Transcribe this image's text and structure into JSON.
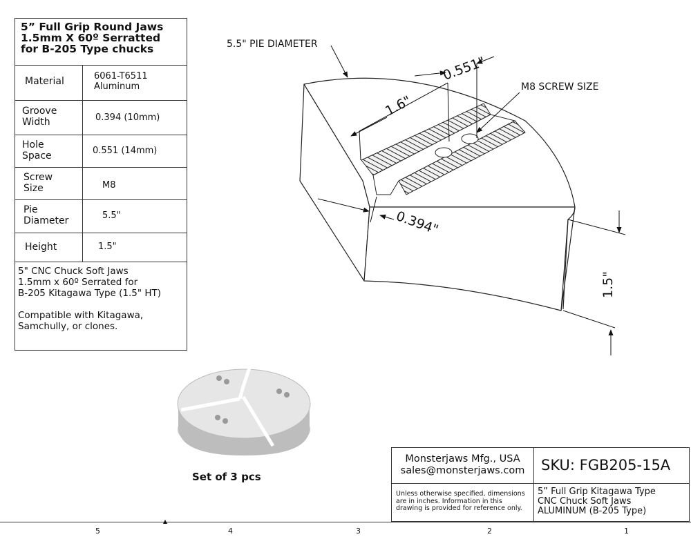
{
  "spec": {
    "title": [
      "5” Full Grip Round Jaws",
      "1.5mm X 60º Serratted",
      "for B-205 Type chucks"
    ],
    "rows": [
      {
        "label": [
          "Material"
        ],
        "value": [
          "6061-T6511",
          "Aluminum"
        ]
      },
      {
        "label": [
          "Groove",
          "Width"
        ],
        "value": [
          "0.394 (10mm)"
        ]
      },
      {
        "label": [
          "Hole",
          "Space"
        ],
        "value": [
          "0.551 (14mm)"
        ]
      },
      {
        "label": [
          "Screw",
          "Size"
        ],
        "value": [
          "M8"
        ]
      },
      {
        "label": [
          "Pie",
          "Diameter"
        ],
        "value": [
          "5.5\""
        ]
      },
      {
        "label": [
          "Height"
        ],
        "value": [
          "1.5\""
        ]
      }
    ],
    "description": [
      "5\" CNC Chuck Soft Jaws",
      "1.5mm x 60º Serrated for",
      "B-205 Kitagawa Type (1.5\" HT)",
      "",
      "Compatible with Kitagawa,",
      "Samchully, or clones."
    ]
  },
  "dimensions": {
    "pie_diameter": "5.5\" PIE DIAMETER",
    "length": "1.6\"",
    "hole_space": "0.551\"",
    "screw_size": "M8 SCREW SIZE",
    "groove_width": "0.394\"",
    "height": "1.5\""
  },
  "set_caption": "Set of 3 pcs",
  "title_block": {
    "company": [
      "Monsterjaws Mfg., USA",
      "sales@monsterjaws.com"
    ],
    "sku": "SKU:  FGB205-15A",
    "note": [
      "Unless otherwise specified, dimensions",
      "are in inches.  Information in this",
      "drawing is provided for reference only."
    ],
    "part": [
      "5” Full Grip Kitagawa Type",
      "CNC Chuck Soft Jaws",
      "ALUMINUM (B-205 Type)"
    ]
  },
  "zones": [
    "5",
    "4",
    "3",
    "2",
    "1"
  ]
}
